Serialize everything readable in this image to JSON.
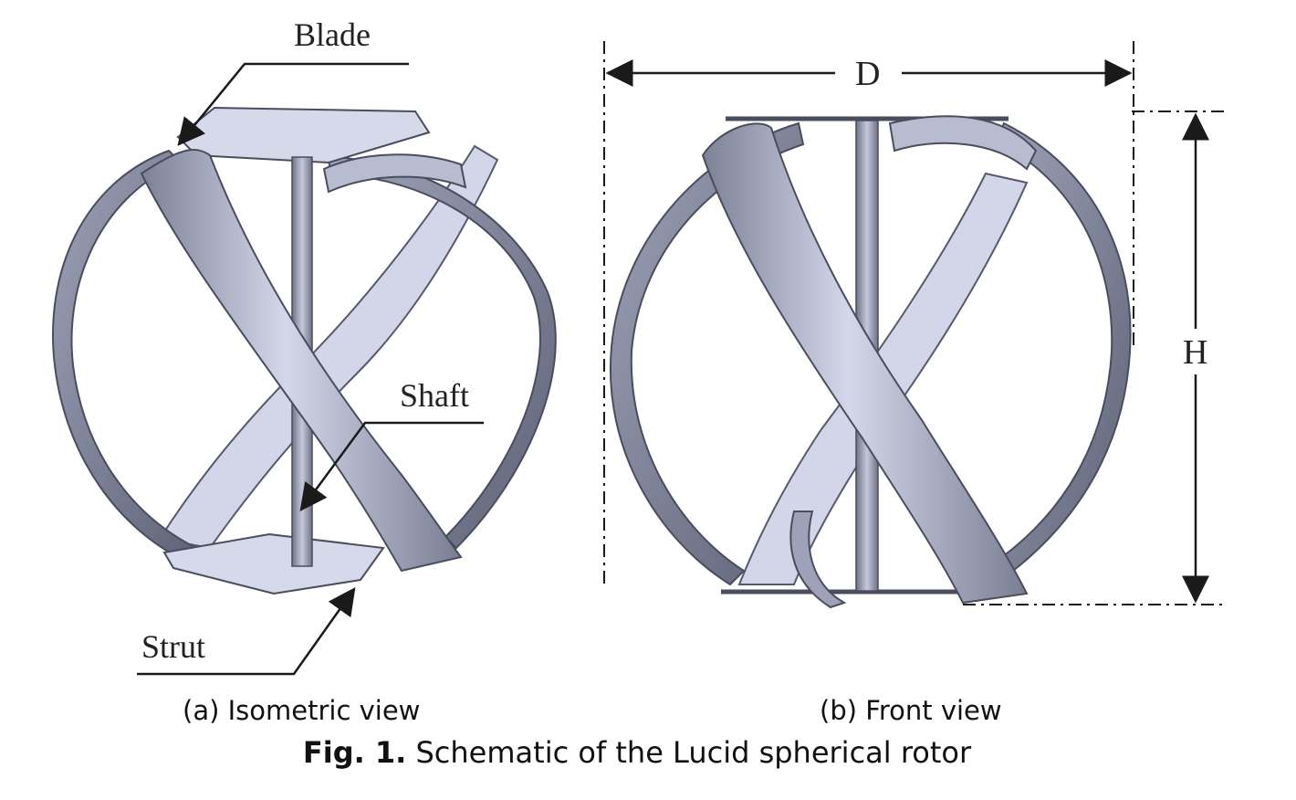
{
  "panels": {
    "a": {
      "labels": {
        "blade": "Blade",
        "shaft": "Shaft",
        "strut": "Strut"
      },
      "caption": "(a) Isometric view"
    },
    "b": {
      "dimensions": {
        "diameter": "D",
        "height": "H"
      },
      "caption": "(b) Front view"
    }
  },
  "figure_caption": {
    "number": "Fig. 1.",
    "text": " Schematic of the Lucid spherical rotor"
  },
  "colors": {
    "blade_light": "#c9cde3",
    "blade_dark": "#6f7388",
    "outline": "#4a4d5c",
    "line": "#1a1a1a"
  }
}
